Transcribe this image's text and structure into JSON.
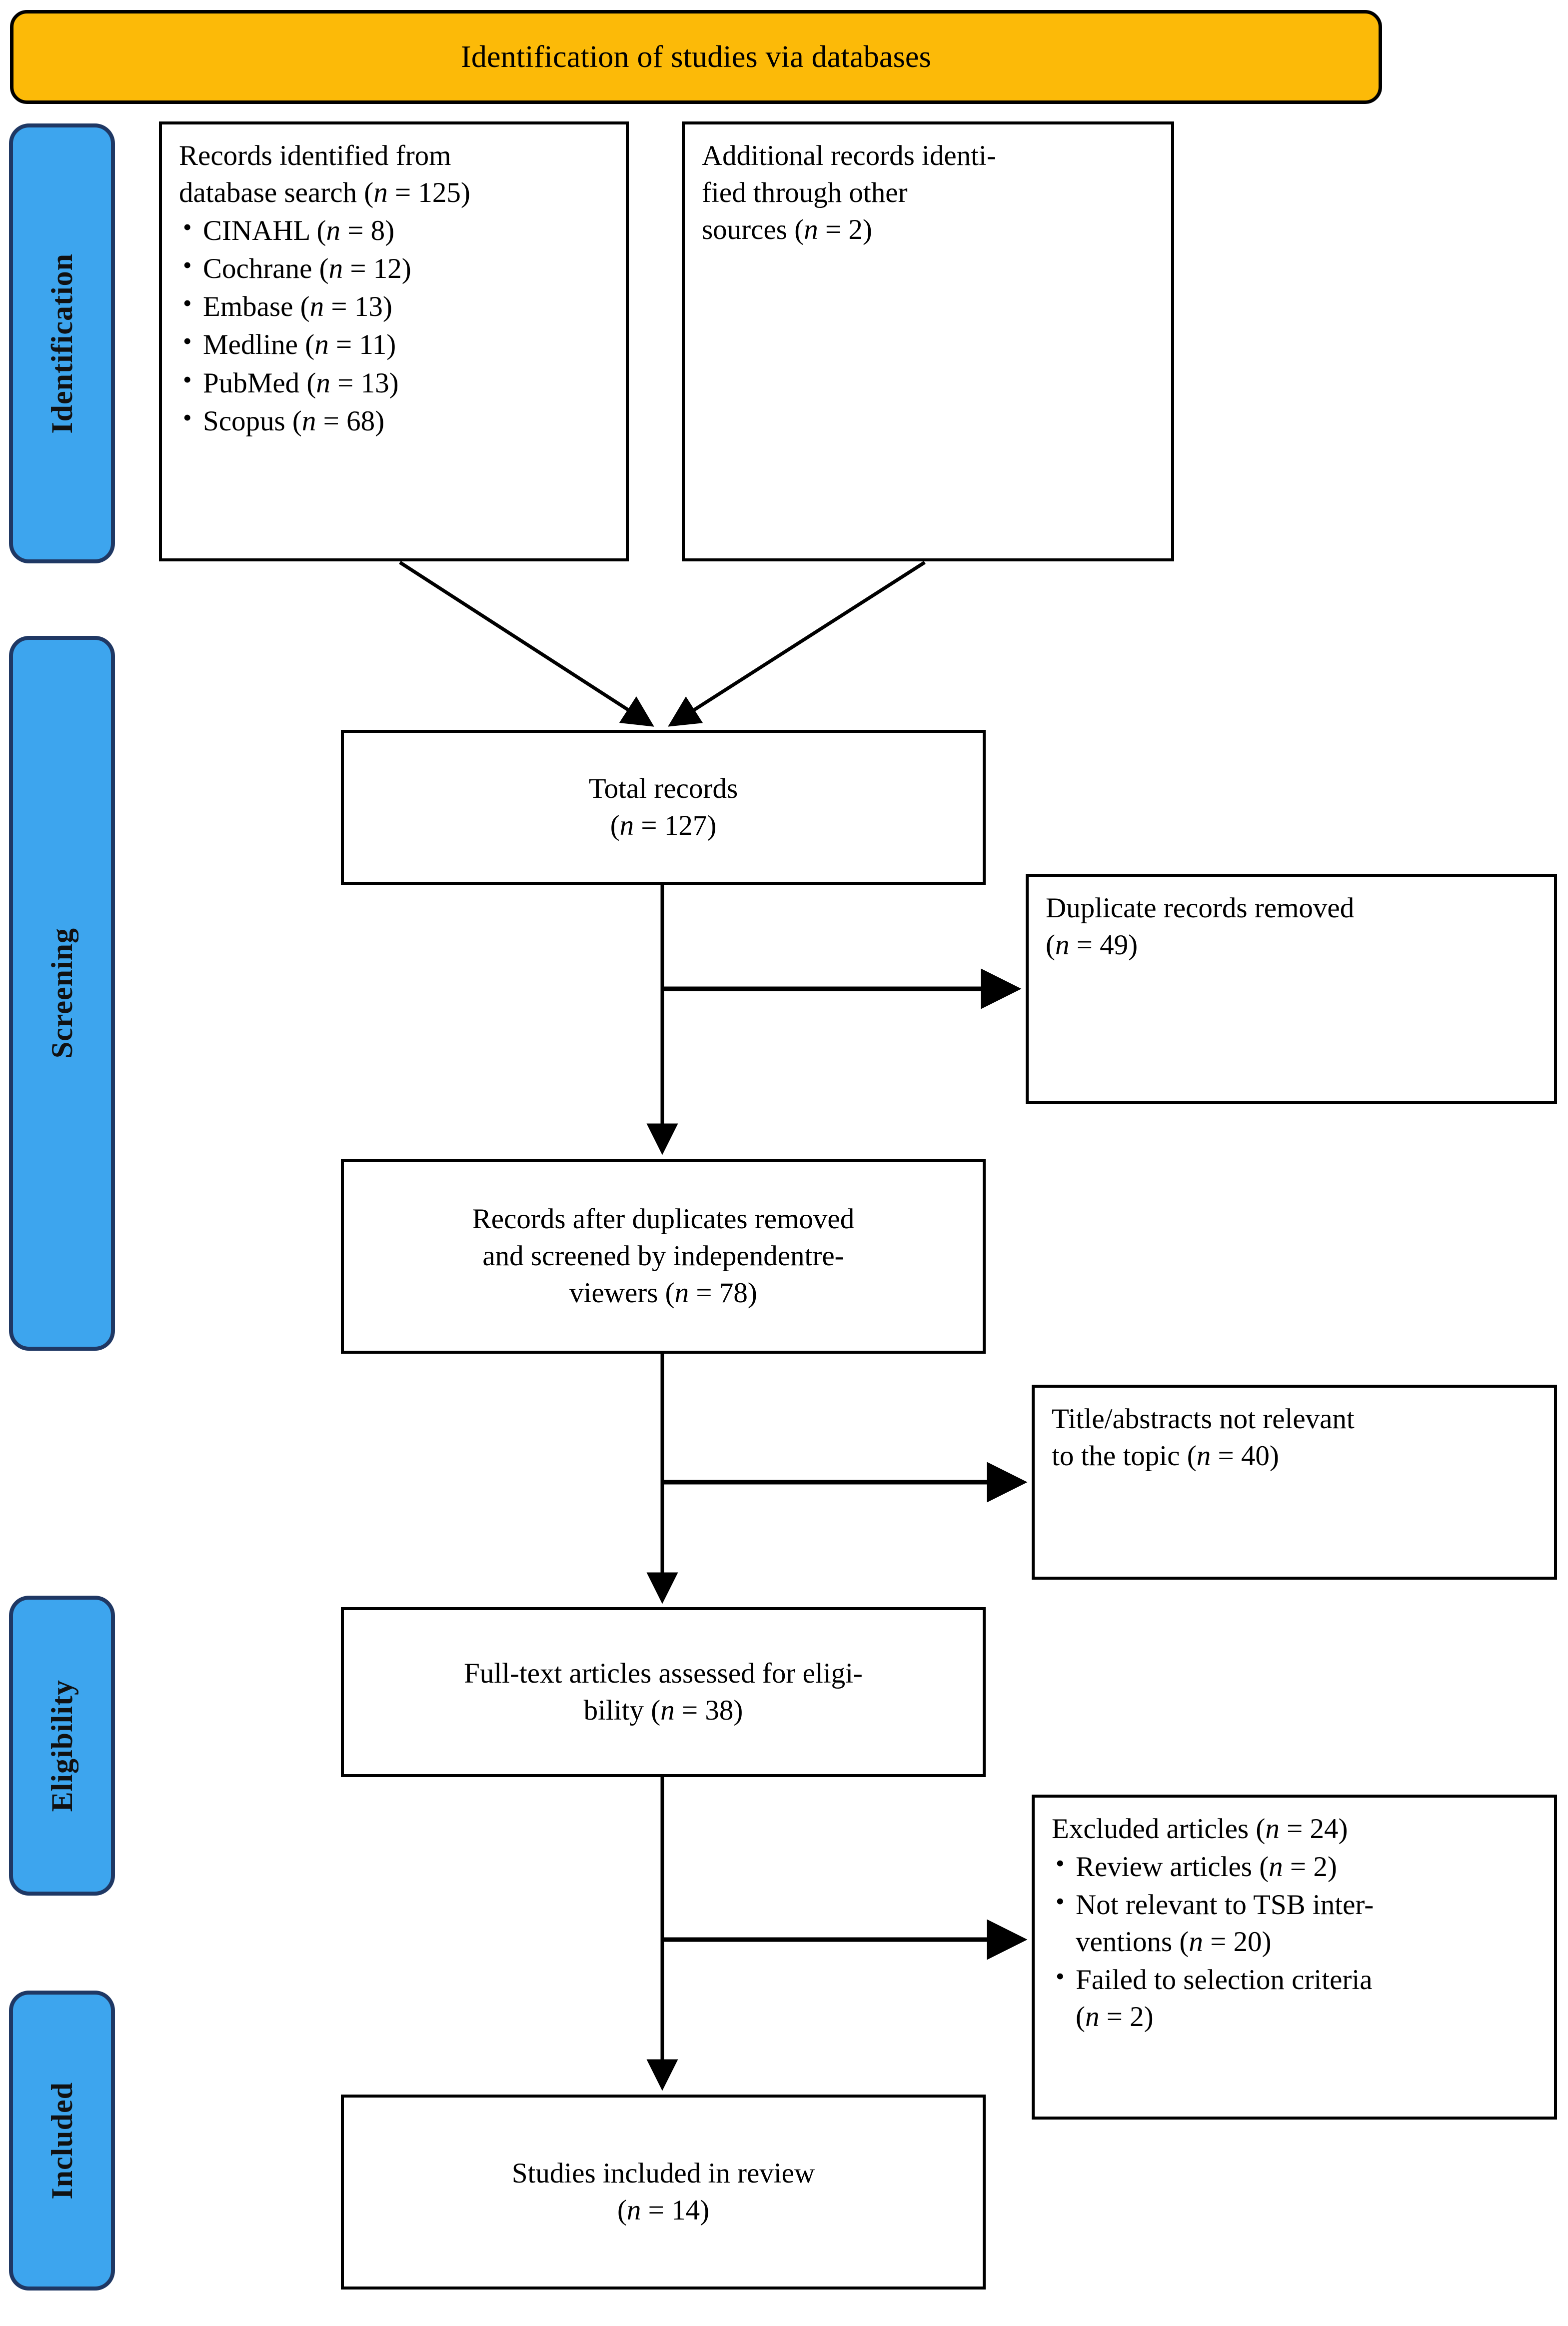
{
  "figure": {
    "type": "prisma-flow-diagram",
    "colors": {
      "banner_fill": "#FCBA08",
      "banner_border": "#000000",
      "phase_tab_fill": "#3DA5EE",
      "phase_tab_border": "#1F3864",
      "box_fill": "#FFFFFF",
      "box_border": "#000000",
      "connector": "#000000"
    }
  },
  "banner": {
    "label": "Identification of studies via databases"
  },
  "phases": [
    {
      "id": "identification",
      "label": "Identification"
    },
    {
      "id": "screening",
      "label": "Screening"
    },
    {
      "id": "eligibility",
      "label": "Eligibility"
    },
    {
      "id": "included",
      "label": "Included"
    }
  ],
  "boxes": {
    "records_identified": {
      "name": "Records identified from database search",
      "line1": "Records identified from",
      "line2_text": "database search (",
      "line2_n": "n",
      "line2_tail": " = 125)",
      "items": [
        {
          "label": "CINAHL (",
          "n": "n",
          "value": " = 8)"
        },
        {
          "label": "Cochrane (",
          "n": "n",
          "value": " = 12)"
        },
        {
          "label": "Embase (",
          "n": "n",
          "value": " = 13)"
        },
        {
          "label": "Medline (",
          "n": "n",
          "value": " = 11)"
        },
        {
          "label": "PubMed (",
          "n": "n",
          "value": " = 13)"
        },
        {
          "label": "Scopus (",
          "n": "n",
          "value": " = 68)"
        }
      ]
    },
    "additional_records": {
      "name": "Additional records identified through other sources",
      "line1": "Additional records identi-",
      "line2": "fied through other",
      "line3_text": "sources (",
      "line3_n": "n",
      "line3_tail": " = 2)"
    },
    "total_records": {
      "name": "Total records",
      "line1": "Total records",
      "line2_open": "(",
      "line2_n": "n",
      "line2_tail": " = 127)"
    },
    "duplicates_removed": {
      "name": "Duplicate records removed",
      "line1": "Duplicate records removed",
      "line2_open": "(",
      "line2_n": "n",
      "line2_tail": " = 49)"
    },
    "after_duplicates": {
      "name": "Records after duplicates removed and screened by independent reviewers",
      "line1": "Records after duplicates removed",
      "line2": "and screened by independentre-",
      "line3_text": "viewers (",
      "line3_n": "n",
      "line3_tail": " = 78)"
    },
    "title_abstracts": {
      "name": "Title/abstracts not relevant to the topic",
      "line1": "Title/abstracts  not   relevant",
      "line2_text": "to the topic (",
      "line2_n": "n",
      "line2_tail": " = 40)"
    },
    "fulltext_assessed": {
      "name": "Full-text articles assessed for eligibility",
      "line1": "Full-text articles assessed for eligi-",
      "line2_text": "bility (",
      "line2_n": "n",
      "line2_tail": " = 38)"
    },
    "excluded_articles": {
      "name": "Excluded articles",
      "line1_text": "Excluded articles (",
      "line1_n": "n",
      "line1_tail": " = 24)",
      "items": [
        {
          "label": "Review articles (",
          "n": "n",
          "value": " = 2)"
        },
        {
          "label": "Not relevant to TSB inter-ventions (",
          "n": "n",
          "value": " = 20)"
        },
        {
          "label": "Failed to selection criteria (",
          "n": "n",
          "value": " = 2)"
        }
      ],
      "item1_l1": "Review articles (",
      "item1_n": "n",
      "item1_tail": " = 2)",
      "item2_l1": "Not relevant to TSB inter-",
      "item2_l2": "ventions (",
      "item2_n": "n",
      "item2_tail": " = 20)",
      "item3_l1": "Failed to selection criteria",
      "item3_l2": "(",
      "item3_n": "n",
      "item3_tail": " = 2)"
    },
    "studies_included": {
      "name": "Studies included in review",
      "line1": "Studies included in review",
      "line2_open": "(",
      "line2_n": "n",
      "line2_tail": " = 14)"
    }
  },
  "flow_counts": {
    "database_search_total": 125,
    "cinahl": 8,
    "cochrane": 12,
    "embase": 13,
    "medline": 11,
    "pubmed": 13,
    "scopus": 68,
    "other_sources": 2,
    "total_records": 127,
    "duplicates_removed": 49,
    "after_duplicates_screened": 78,
    "title_abstracts_excluded": 40,
    "fulltext_assessed": 38,
    "excluded_total": 24,
    "excluded_review_articles": 2,
    "excluded_not_relevant_tsb": 20,
    "excluded_failed_criteria": 2,
    "studies_included": 14
  }
}
